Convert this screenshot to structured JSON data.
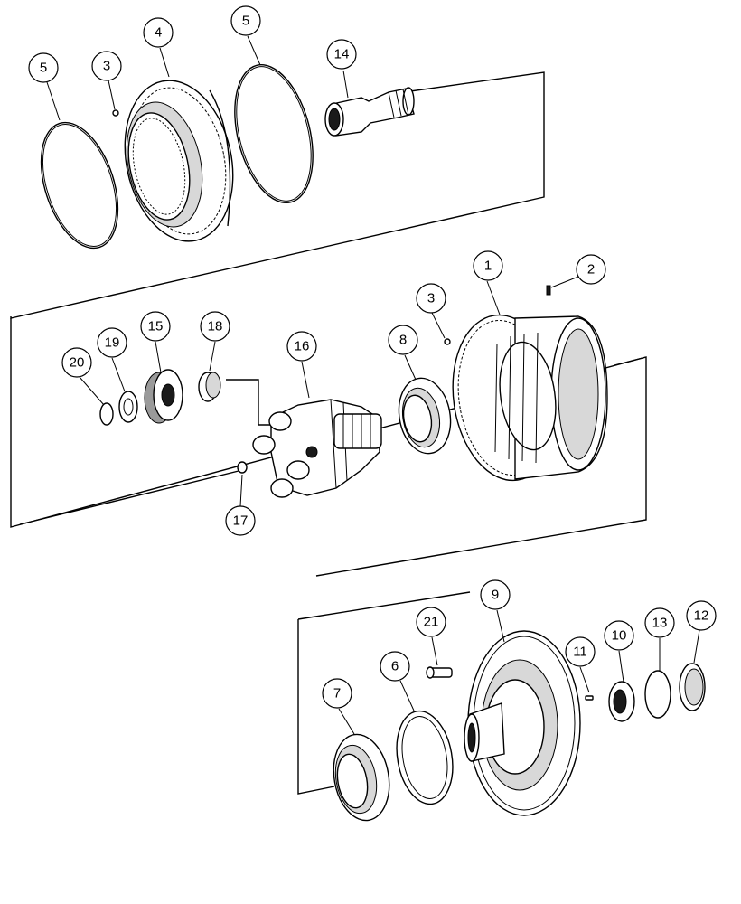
{
  "callouts": {
    "c1": "1",
    "c2": "2",
    "c3a": "3",
    "c3b": "3",
    "c4": "4",
    "c5a": "5",
    "c5b": "5",
    "c6": "6",
    "c7": "7",
    "c8": "8",
    "c9": "9",
    "c10": "10",
    "c11": "11",
    "c12": "12",
    "c13": "13",
    "c14": "14",
    "c15": "15",
    "c16": "16",
    "c17": "17",
    "c18": "18",
    "c19": "19",
    "c20": "20",
    "c21": "21"
  }
}
